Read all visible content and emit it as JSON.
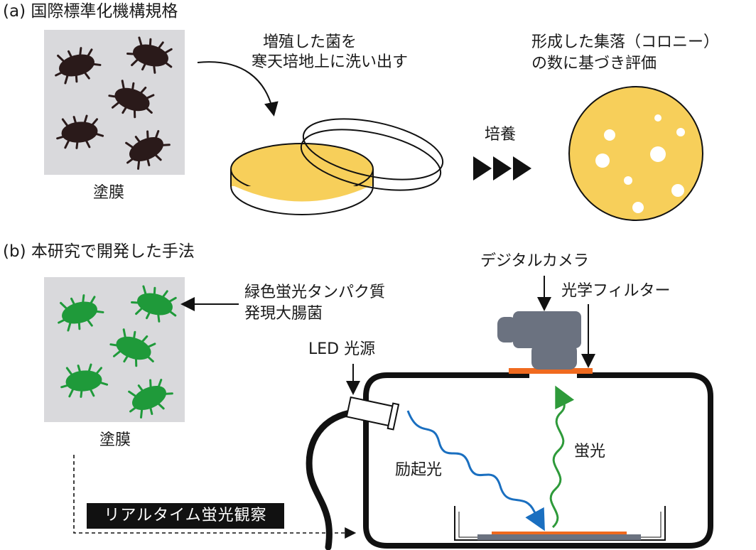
{
  "section_a": {
    "title": "(a) 国際標準化機構規格",
    "smear_label": "塗膜",
    "step_wash_line1": "増殖した菌を",
    "step_wash_line2": "寒天培地上に洗い出す",
    "culture_label": "培養",
    "result_line1": "形成した集落（コロニー）",
    "result_line2": "の数に基づき評価"
  },
  "section_b": {
    "title": "(b) 本研究で開発した手法",
    "gfp_line1": "緑色蛍光タンパク質",
    "gfp_line2": "発現大腸菌",
    "smear_label": "塗膜",
    "camera_label": "デジタルカメラ",
    "filter_label": "光学フィルター",
    "led_label": "LED 光源",
    "excitation_label": "励起光",
    "fluorescence_label": "蛍光",
    "realtime_label": "リアルタイム蛍光観察"
  },
  "colors": {
    "bacteria_dark": "#2a1a1a",
    "bacteria_green": "#1f9a3a",
    "agar": "#f7cf5a",
    "excitation": "#1a6fc0",
    "fluorescence": "#2e9a3a",
    "camera": "#6b7280",
    "filter": "#f06a1f"
  }
}
